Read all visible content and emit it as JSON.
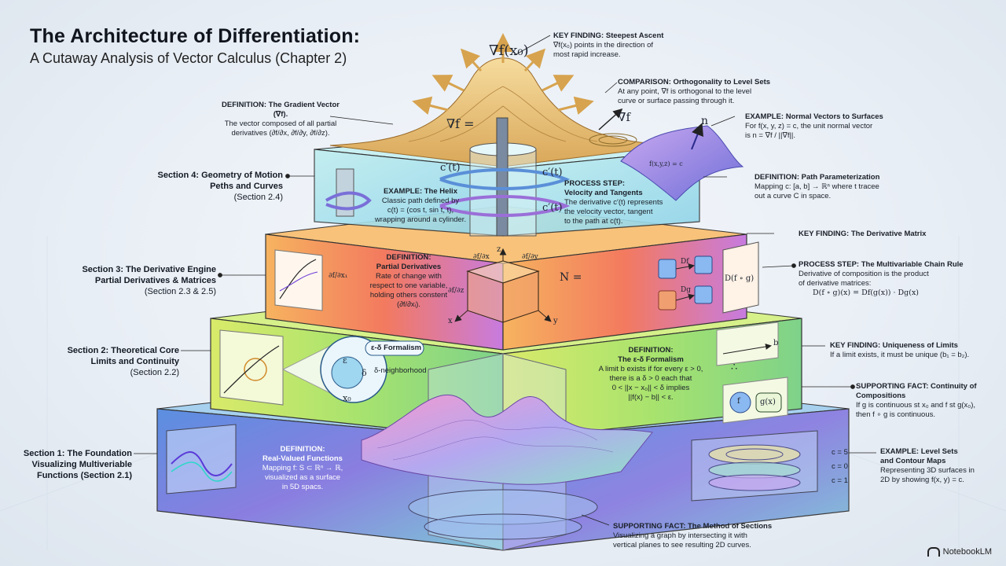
{
  "title": "The Architecture of Differentiation:",
  "subtitle": "A Cutaway Analysis of Vector Calculus (Chapter 2)",
  "brand": "NotebookLM",
  "sections": [
    {
      "h1": "Section 4: Geometry of Motion",
      "h2": "Peths and Curves",
      "sub": "(Section 2.4)"
    },
    {
      "h1": "Section 3: The Derivative Engine",
      "h2": "Partial Derivatives & Matrices",
      "sub": "(Section 2.3 & 2.5)"
    },
    {
      "h1": "Section 2: Theoretical Core",
      "h2": "Limits and Continuity",
      "sub": "(Section 2.2)"
    },
    {
      "h1": "Section 1: The Foundation",
      "h2": "Visualizing Multiveriable",
      "sub": "Functions (Section 2.1)"
    }
  ],
  "callouts": {
    "steepest": {
      "head": "KEY FINDING: Steepest Ascent",
      "l1": "∇f(x₀) points in the direction of",
      "l2": "most rapid increase."
    },
    "orthogonality": {
      "head": "COMPARISON: Orthogonality to Level Sets",
      "l1": "At any point, ∇f is orthogonal to the level",
      "l2": "curve or surface passing through it."
    },
    "gradient_def": {
      "head": "DEFINITION: The Gradient Vector (∇f).",
      "l1": "The vector composed of all partial",
      "l2": "derivatives (∂f/∂x, ∂f/∂y, ∂f/∂z)."
    },
    "normal": {
      "head": "EXAMPLE: Normal Vectors to Surfaces",
      "l1": "For f(x, y, z) = c, the unit normal vector",
      "l2": "is n = ∇f / ||∇f||."
    },
    "path_param": {
      "head": "DEFINITION: Path Parameterization",
      "l1": "Mapping c: [a, b] → ℝⁿ where t tracee",
      "l2": "out a curve C in space."
    },
    "deriv_matrix": {
      "head": "KEY FINDING: The Derivative Matrix"
    },
    "chain_rule": {
      "head": "PROCESS STEP: The Multivariable Chain Rule",
      "l1": "Derivative of composition is the product",
      "l2": "of derivative matrices:",
      "l3": "D(f ∘ g)(x) = Df(g(x)) · Dg(x)"
    },
    "uniqueness": {
      "head": "KEY FINDING: Uniqueness of Limits",
      "l1": "If a limit exists, it must be unique (b₁ = b₂)."
    },
    "composition": {
      "head": "SUPPORTING FACT: Continuity of Compositions",
      "l1": "If g is continuous st x₀ and f st g(x₀),",
      "l2": "then f ∘ g is continuous."
    },
    "level_sets": {
      "head": "EXAMPLE: Level Sets",
      "head2": "and Contour Maps",
      "l1": "Representing 3D surfaces in",
      "l2": "2D by showing f(x, y) = c."
    },
    "sections_method": {
      "head": "SUPPORTING FACT: The Method of Sections",
      "l1": "Visualizing a graph by intersecting it with",
      "l2": "vertical planes to see resulting 2D curves."
    }
  },
  "inner": {
    "helix": {
      "head": "EXAMPLE: The Helix",
      "l1": "Classic path defined by",
      "l2": "c(t) = (cos t, sin t, t),",
      "l3": "wrapping around a cylinder."
    },
    "velocity": {
      "head": "PROCESS STEP:",
      "head2": "Velocity and Tangents",
      "l1": "The derivative c′(t) represents",
      "l2": "the velocity vector, tangent",
      "l3": "to the path at c(t)."
    },
    "partials": {
      "head": "DEFINITION:",
      "head2": "Partial Derivatives",
      "l1": "Rate of change with",
      "l2": "respect to one variable,",
      "l3": "holding others constent",
      "l4": "(∂f/∂xᵢ)."
    },
    "epsdelta": {
      "head": "DEFINITION:",
      "head2": "The ε-δ Formalism",
      "l1": "A limit b exists if for every ε > 0,",
      "l2": "there is a δ > 0 each that",
      "l3": "0 < ||x − x₀|| < δ implies",
      "l4": "||f(x) − b|| < ε."
    },
    "realvalued": {
      "head": "DEFINITION:",
      "head2": "Real-Valued Functions",
      "l1": "Mapping f: S ⊂ ℝⁿ → ℝ,",
      "l2": "visualized as a surface",
      "l3": "in 5D spacs."
    },
    "eps_bubble": "ε-δ Formalism",
    "delta_nbhd": "δ-neighborhood"
  },
  "math": {
    "grad_top": "∇f(x₀)",
    "grad_eq": "∇f =",
    "grad_f": "∇f",
    "n": "n",
    "surface_eq": "f(x,y,z) = c",
    "ct1": "c′(t)",
    "ct2": "c′(t)",
    "ct3": "c′(t)",
    "N": "N =",
    "Df": "Df",
    "Dg": "Dg",
    "Dfg": "D(f ∘ g)",
    "b": "b",
    "gx": "g(x)",
    "f": "f",
    "x0": "x₀",
    "eps": "ε",
    "delta": "δ",
    "therefore": "∴",
    "c5": "c = 5",
    "c0": "c = 0",
    "c1": "c = 1",
    "x": "x",
    "y": "y",
    "z": "z",
    "dfdx": "∂f/∂x",
    "dfdy": "∂f/∂y",
    "dfdz": "∂f/∂z",
    "dfdx1": "∂f/∂x₁"
  },
  "colors": {
    "gold": "#e8c27a",
    "cyan": "#9fe0ea",
    "orange": "#f49a5c",
    "green": "#bfe36a",
    "violet": "#7d7fe0"
  }
}
